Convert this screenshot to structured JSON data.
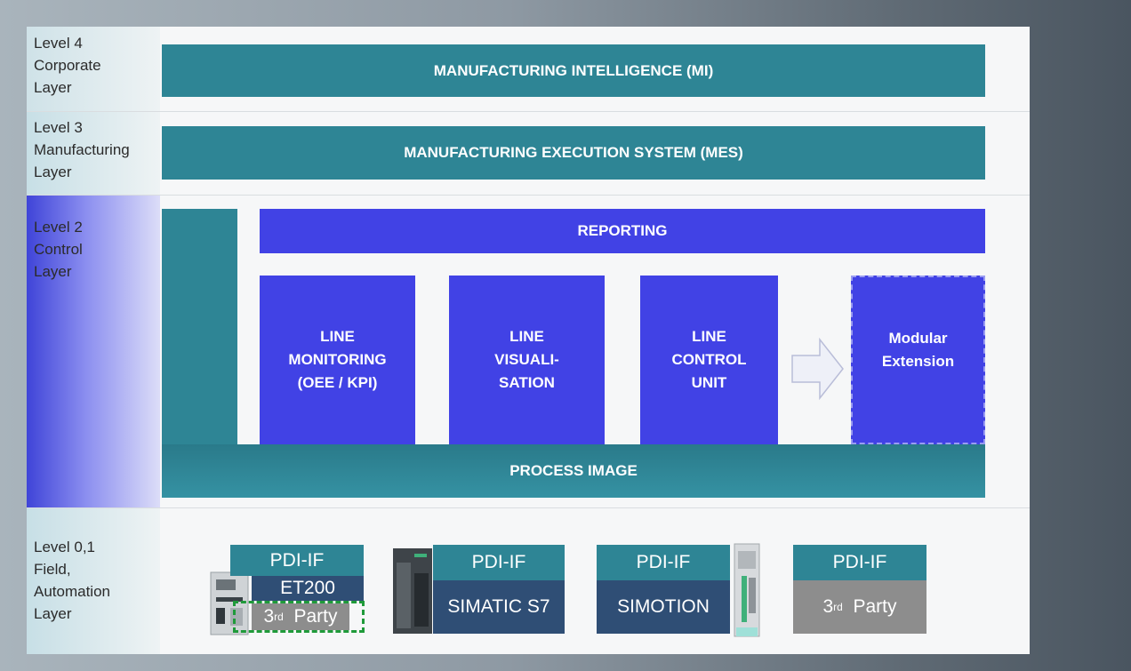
{
  "levels": {
    "l4": [
      "Level 4",
      "Corporate",
      "Layer"
    ],
    "l3": [
      "Level 3",
      "Manufacturing",
      "Layer"
    ],
    "l2": [
      "Level 2",
      "Control",
      "Layer"
    ],
    "l01": [
      "Level 0,1",
      "Field,",
      "Automation",
      "Layer"
    ]
  },
  "bars": {
    "mi": "MANUFACTURING INTELLIGENCE (MI)",
    "mes": "MANUFACTURING EXECUTION SYSTEM (MES)",
    "reporting": "REPORTING",
    "process_image": "PROCESS IMAGE"
  },
  "modules": {
    "monitoring": [
      "LINE",
      "MONITORING",
      "(OEE / KPI)"
    ],
    "visualisation": [
      "LINE",
      "VISUALI-",
      "SATION"
    ],
    "control": [
      "LINE",
      "CONTROL",
      "UNIT"
    ],
    "modular": [
      "Modular",
      "Extension"
    ]
  },
  "devices": {
    "pdi_label": "PDI-IF",
    "et200": "ET200",
    "third_party_sup": "rd",
    "third_party_num": "3",
    "third_party_word": "Party",
    "simatic": "SIMATIC S7",
    "simotion": "SIMOTION"
  },
  "colors": {
    "teal": "#2e8595",
    "blue": "#4142e5",
    "navy": "#2f4e75",
    "gray": "#8d8d8d",
    "dashed_green": "#1f9a3a"
  }
}
